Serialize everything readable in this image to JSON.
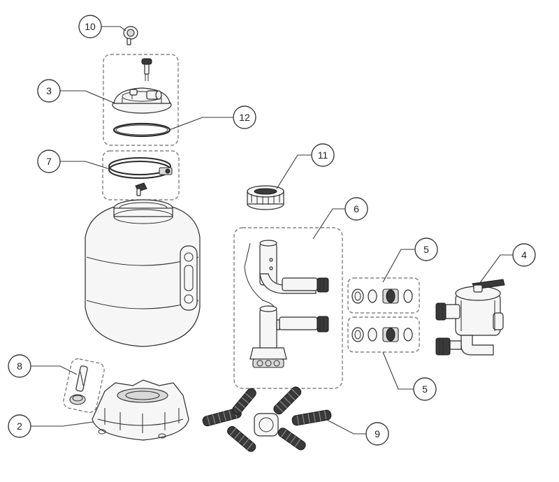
{
  "callouts": [
    {
      "id": "c10",
      "label": "10"
    },
    {
      "id": "c3",
      "label": "3"
    },
    {
      "id": "c12",
      "label": "12"
    },
    {
      "id": "c7",
      "label": "7"
    },
    {
      "id": "c11",
      "label": "11"
    },
    {
      "id": "c6",
      "label": "6"
    },
    {
      "id": "c5a",
      "label": "5"
    },
    {
      "id": "c4",
      "label": "4"
    },
    {
      "id": "c5b",
      "label": "5"
    },
    {
      "id": "c8",
      "label": "8"
    },
    {
      "id": "c2",
      "label": "2"
    },
    {
      "id": "c9",
      "label": "9"
    }
  ]
}
